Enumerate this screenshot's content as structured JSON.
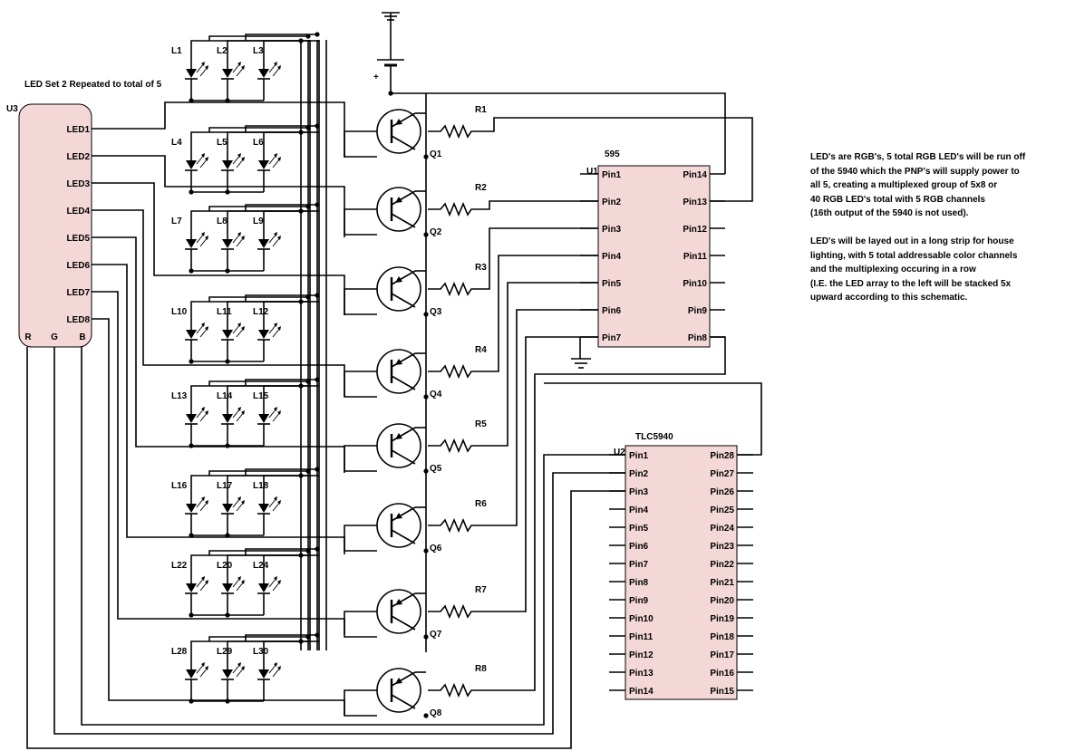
{
  "header_label": "LED Set 2 Repeated to total of 5",
  "u3": {
    "ref": "U3",
    "pins": [
      "LED1",
      "LED2",
      "LED3",
      "LED4",
      "LED5",
      "LED6",
      "LED7",
      "LED8"
    ],
    "rgb": [
      "R",
      "G",
      "B"
    ]
  },
  "led_rows": [
    [
      "L1",
      "L2",
      "L3"
    ],
    [
      "L4",
      "L5",
      "L6"
    ],
    [
      "L7",
      "L8",
      "L9"
    ],
    [
      "L10",
      "L11",
      "L12"
    ],
    [
      "L13",
      "L14",
      "L15"
    ],
    [
      "L16",
      "L17",
      "L18"
    ],
    [
      "L22",
      "L20",
      "L24"
    ],
    [
      "L28",
      "L29",
      "L30"
    ]
  ],
  "transistors": [
    "Q1",
    "Q2",
    "Q3",
    "Q4",
    "Q5",
    "Q6",
    "Q7",
    "Q8"
  ],
  "resistors": [
    "R1",
    "R2",
    "R3",
    "R4",
    "R5",
    "R6",
    "R7",
    "R8"
  ],
  "battery_plus": "+",
  "u1": {
    "ref": "U1",
    "name": "595",
    "left_pins": [
      "Pin1",
      "Pin2",
      "Pin3",
      "Pin4",
      "Pin5",
      "Pin6",
      "Pin7"
    ],
    "right_pins": [
      "Pin14",
      "Pin13",
      "Pin12",
      "Pin11",
      "Pin10",
      "Pin9",
      "Pin8"
    ]
  },
  "u2": {
    "ref": "U2",
    "name": "TLC5940",
    "left_pins": [
      "Pin1",
      "Pin2",
      "Pin3",
      "Pin4",
      "Pin5",
      "Pin6",
      "Pin7",
      "Pin8",
      "Pin9",
      "Pin10",
      "Pin11",
      "Pin12",
      "Pin13",
      "Pin14"
    ],
    "right_pins": [
      "Pin28",
      "Pin27",
      "Pin26",
      "Pin25",
      "Pin24",
      "Pin23",
      "Pin22",
      "Pin21",
      "Pin20",
      "Pin19",
      "Pin18",
      "Pin17",
      "Pin16",
      "Pin15"
    ]
  },
  "notes": {
    "paragraph1": "LED's are RGB's, 5 total RGB LED's will be run off\nof the 5940 which the PNP's will supply power to\nall 5, creating a multiplexed group of 5x8 or\n40 RGB LED's total with 5 RGB channels\n(16th output of the 5940 is not used).",
    "paragraph2": "LED's will be layed out in a long strip for house\nlighting, with 5 total addressable color channels\nand the multiplexing occuring in a row\n(I.E. the LED array to the left will be stacked 5x\nupward according to this schematic."
  }
}
